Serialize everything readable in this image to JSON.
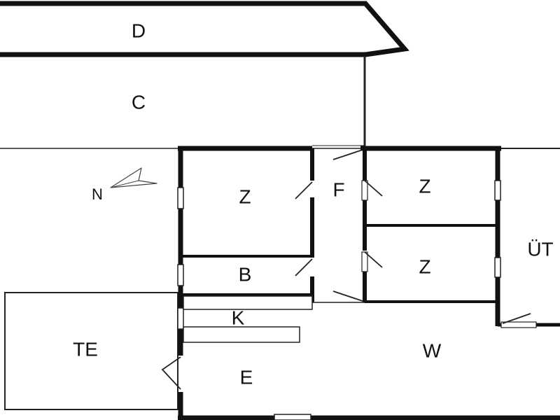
{
  "compass": {
    "label": "N"
  },
  "rooms": {
    "d": {
      "label": "D"
    },
    "c": {
      "label": "C"
    },
    "z1": {
      "label": "Z"
    },
    "f": {
      "label": "F"
    },
    "z2": {
      "label": "Z"
    },
    "z3": {
      "label": "Z"
    },
    "ut": {
      "label": "ÜT"
    },
    "b": {
      "label": "B"
    },
    "k": {
      "label": "K"
    },
    "te": {
      "label": "TE"
    },
    "w": {
      "label": "W"
    },
    "e": {
      "label": "E"
    }
  },
  "colors": {
    "wall": "#111111",
    "line": "#222222",
    "background": "#ffffff"
  }
}
